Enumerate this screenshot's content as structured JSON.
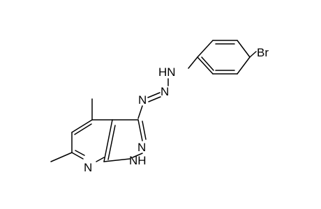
{
  "molecule": {
    "atoms": {
      "br": "Br",
      "nh_triazene": "HN",
      "n_mid": "N",
      "n_azo": "N",
      "n2_pyrazole": "N",
      "nh_pyrazole": "NH",
      "n_pyridine": "N"
    }
  },
  "colors": {
    "bond": "#000000",
    "text": "#000000",
    "background": "#ffffff"
  }
}
